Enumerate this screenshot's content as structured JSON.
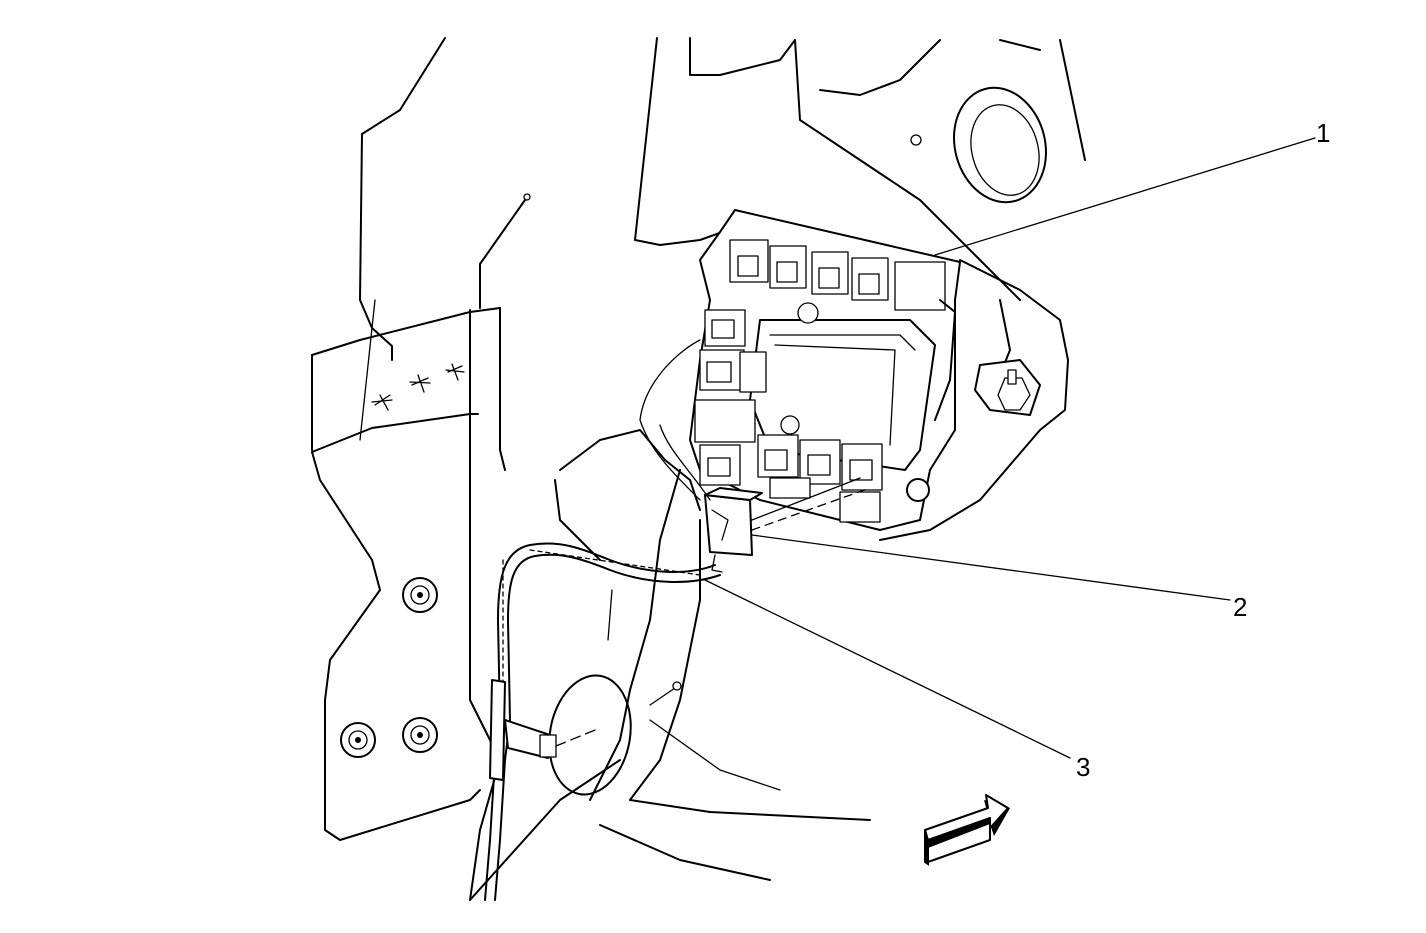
{
  "callouts": [
    {
      "id": "1",
      "label": "1"
    },
    {
      "id": "2",
      "label": "2"
    },
    {
      "id": "3",
      "label": "3"
    }
  ],
  "icons": {
    "direction_arrow": "forward-arrow-icon"
  }
}
